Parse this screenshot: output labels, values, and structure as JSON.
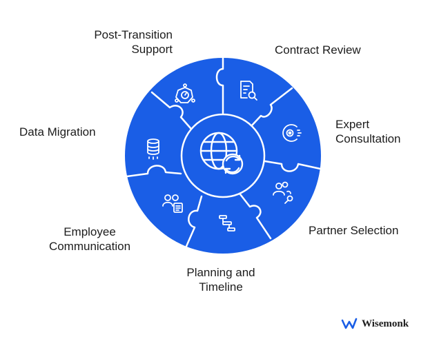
{
  "colors": {
    "piece": "#1a5ee6",
    "line": "#ffffff",
    "text": "#1c1c1c",
    "brand": "#1a5ee6"
  },
  "center": {
    "icon": "globe-refresh-icon"
  },
  "labels": {
    "post_transition": [
      "Post-Transition",
      "Support"
    ],
    "contract_review": [
      "Contract Review"
    ],
    "expert_consultation": [
      "Expert",
      "Consultation"
    ],
    "data_migration": [
      "Data Migration"
    ],
    "partner_selection": [
      "Partner Selection"
    ],
    "employee_communication": [
      "Employee",
      "Communication"
    ],
    "planning_timeline": [
      "Planning and",
      "Timeline"
    ]
  },
  "icons": {
    "post_transition": "timer-gear-icon",
    "contract_review": "document-search-icon",
    "expert_consultation": "expert-badge-icon",
    "data_migration": "database-icon",
    "partner_selection": "partner-handshake-icon",
    "employee_communication": "people-chat-icon",
    "planning_timeline": "gantt-timeline-icon"
  },
  "brand": {
    "name": "Wisemonk",
    "icon": "wisemonk-logo-icon"
  }
}
